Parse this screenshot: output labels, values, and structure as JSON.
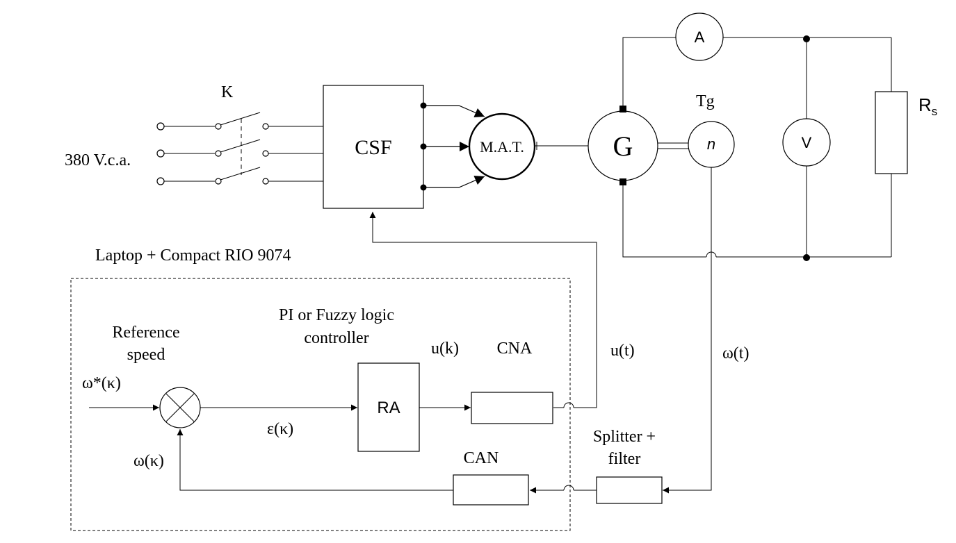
{
  "source": {
    "label": "380 V.c.a."
  },
  "switch": {
    "label": "K"
  },
  "blocks": {
    "csf": "CSF",
    "motor": "M.A.T.",
    "generator": "G",
    "tachometer_symbol": "n",
    "tachometer_label": "Tg",
    "ammeter": "A",
    "voltmeter": "V",
    "resistor_main": "R",
    "resistor_sub": "s"
  },
  "control_system": {
    "enclosure_label": "Laptop + Compact RIO 9074",
    "reference_line1": "Reference",
    "reference_line2": "speed",
    "reference_signal": "ω*(κ)",
    "feedback_signal": "ω(κ)",
    "error_signal": "ε(κ)",
    "controller_line1": "PI or Fuzzy logic",
    "controller_line2": "controller",
    "controller_block": "RA",
    "output_digital": "u(k)",
    "dac_label": "CNA",
    "adc_label": "CAN"
  },
  "signals": {
    "control_output": "u(t)",
    "speed_measured": "ω(t)"
  },
  "filter": {
    "line1": "Splitter +",
    "line2": "filter"
  }
}
